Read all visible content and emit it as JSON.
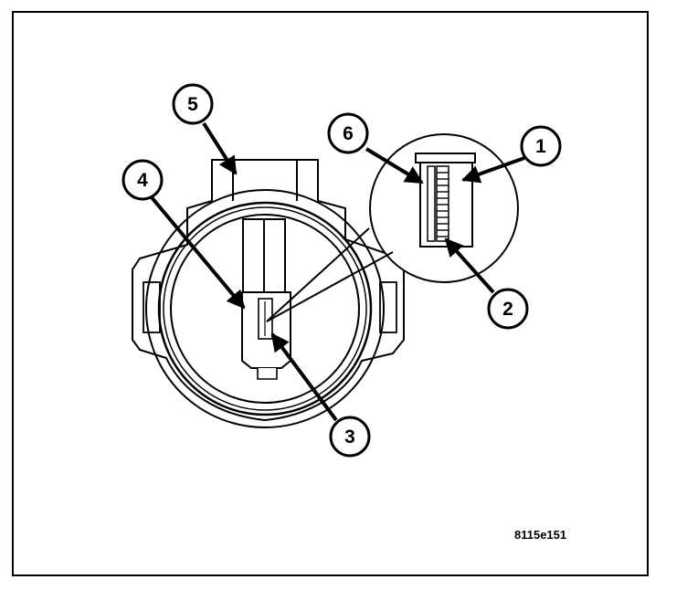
{
  "figure_id": "8115e151",
  "colors": {
    "background": "#ffffff",
    "line": "#000000",
    "part_fill": "#ffffff"
  },
  "callouts": [
    {
      "label": "1",
      "target": "inner-element"
    },
    {
      "label": "2",
      "target": "inner-element-bottom"
    },
    {
      "label": "3",
      "target": "sensor-slot"
    },
    {
      "label": "4",
      "target": "sensor-tip"
    },
    {
      "label": "5",
      "target": "sensor-body"
    },
    {
      "label": "6",
      "target": "housing-wall"
    }
  ]
}
